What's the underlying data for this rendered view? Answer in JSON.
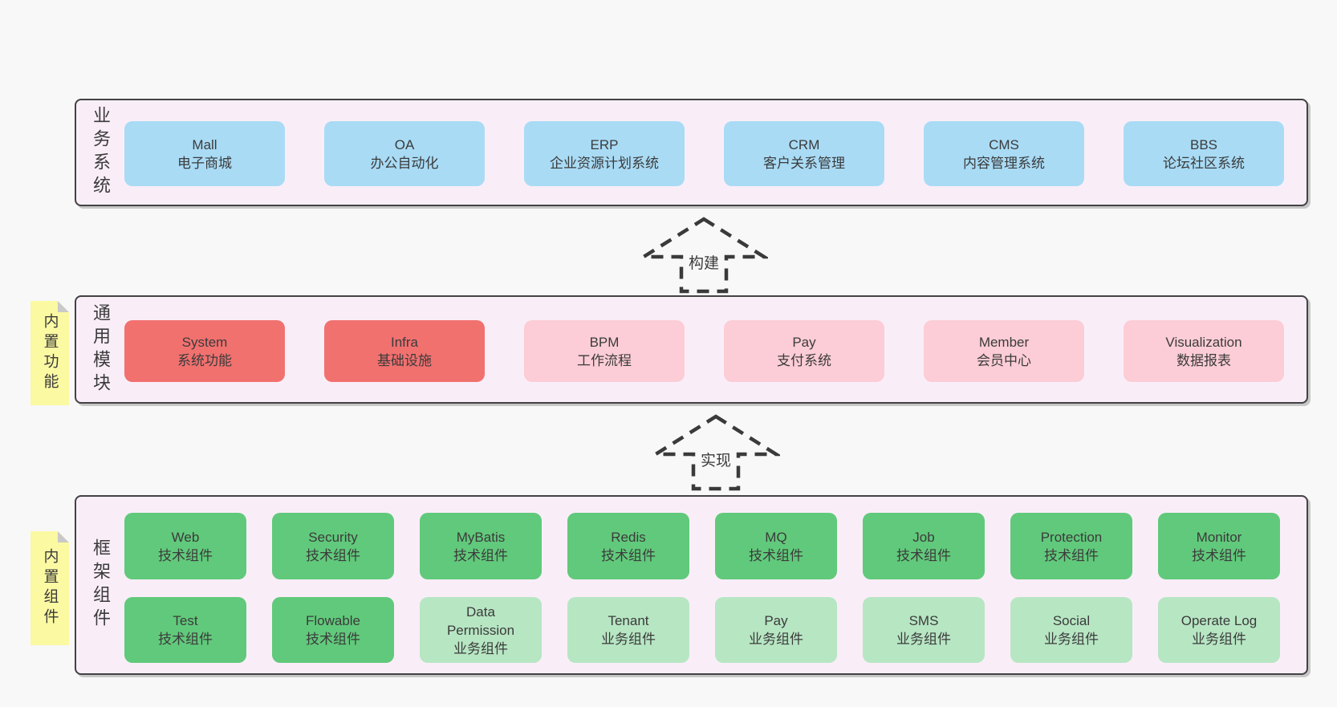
{
  "colors": {
    "page_bg": "#f8f8f8",
    "panel_bg": "#f9eef8",
    "panel_border": "#424242",
    "text": "#3b3b3b",
    "blue": "#a9dbf5",
    "red": "#f1716f",
    "pink": "#fccdd6",
    "green_dark": "#61c97b",
    "green_light": "#b7e6c3",
    "sticky_yellow": "#fbf9a2",
    "sticky_fold": "#c9c9c9",
    "arrow_stroke": "#3a3a3a"
  },
  "layers": {
    "business": {
      "label": "业务系统",
      "boxes": [
        {
          "name": "Mall",
          "desc": "电子商城",
          "variant": "blue"
        },
        {
          "name": "OA",
          "desc": "办公自动化",
          "variant": "blue"
        },
        {
          "name": "ERP",
          "desc": "企业资源计划系统",
          "variant": "blue"
        },
        {
          "name": "CRM",
          "desc": "客户关系管理",
          "variant": "blue"
        },
        {
          "name": "CMS",
          "desc": "内容管理系统",
          "variant": "blue"
        },
        {
          "name": "BBS",
          "desc": "论坛社区系统",
          "variant": "blue"
        }
      ]
    },
    "modules": {
      "label": "通用模块",
      "sticky": "内置功能",
      "boxes": [
        {
          "name": "System",
          "desc": "系统功能",
          "variant": "red"
        },
        {
          "name": "Infra",
          "desc": "基础设施",
          "variant": "red"
        },
        {
          "name": "BPM",
          "desc": "工作流程",
          "variant": "pink"
        },
        {
          "name": "Pay",
          "desc": "支付系统",
          "variant": "pink"
        },
        {
          "name": "Member",
          "desc": "会员中心",
          "variant": "pink"
        },
        {
          "name": "Visualization",
          "desc": "数据报表",
          "variant": "pink"
        }
      ]
    },
    "components": {
      "label": "框架组件",
      "sticky": "内置组件",
      "row1": [
        {
          "name": "Web",
          "desc": "技术组件",
          "variant": "green_dark"
        },
        {
          "name": "Security",
          "desc": "技术组件",
          "variant": "green_dark"
        },
        {
          "name": "MyBatis",
          "desc": "技术组件",
          "variant": "green_dark"
        },
        {
          "name": "Redis",
          "desc": "技术组件",
          "variant": "green_dark"
        },
        {
          "name": "MQ",
          "desc": "技术组件",
          "variant": "green_dark"
        },
        {
          "name": "Job",
          "desc": "技术组件",
          "variant": "green_dark"
        },
        {
          "name": "Protection",
          "desc": "技术组件",
          "variant": "green_dark"
        },
        {
          "name": "Monitor",
          "desc": "技术组件",
          "variant": "green_dark"
        }
      ],
      "row2": [
        {
          "name": "Test",
          "desc": "技术组件",
          "variant": "green_dark"
        },
        {
          "name": "Flowable",
          "desc": "技术组件",
          "variant": "green_dark"
        },
        {
          "name": "Data\nPermission",
          "desc": "业务组件",
          "variant": "green_light"
        },
        {
          "name": "Tenant",
          "desc": "业务组件",
          "variant": "green_light"
        },
        {
          "name": "Pay",
          "desc": "业务组件",
          "variant": "green_light"
        },
        {
          "name": "SMS",
          "desc": "业务组件",
          "variant": "green_light"
        },
        {
          "name": "Social",
          "desc": "业务组件",
          "variant": "green_light"
        },
        {
          "name": "Operate Log",
          "desc": "业务组件",
          "variant": "green_light"
        }
      ]
    }
  },
  "arrows": {
    "build": "构建",
    "implement": "实现"
  }
}
